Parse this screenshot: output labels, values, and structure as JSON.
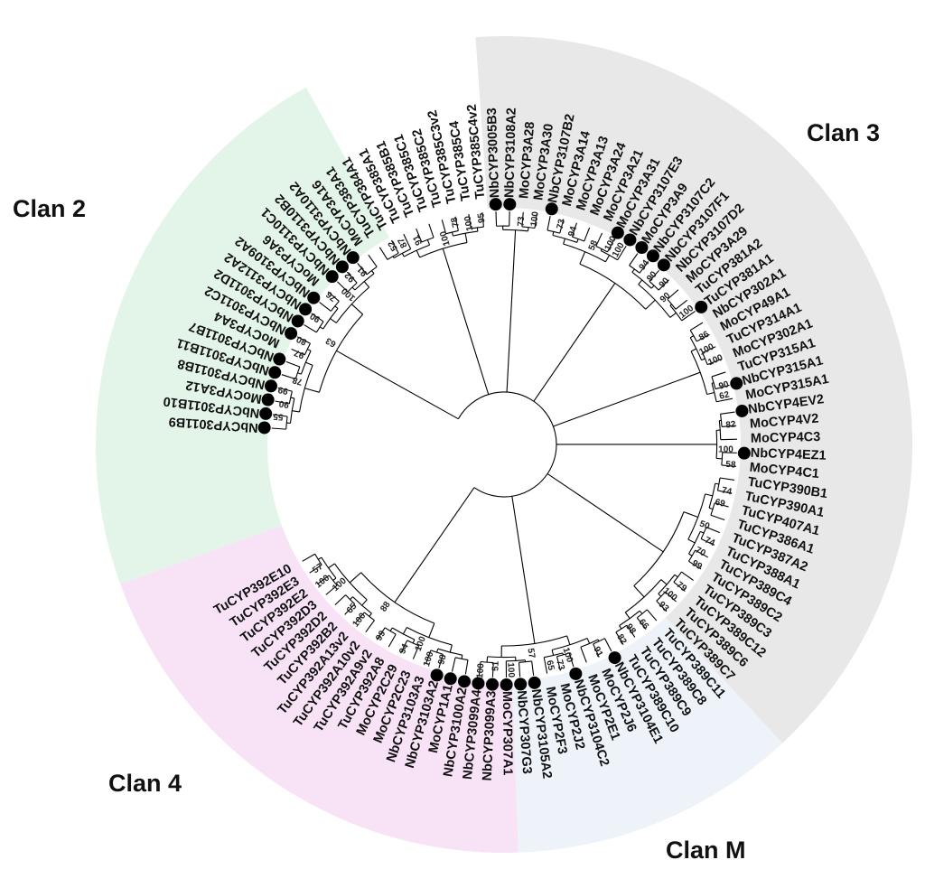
{
  "clans": {
    "clan2": {
      "label": "Clan 2",
      "color": "#e3f5e9"
    },
    "clan3": {
      "label": "Clan 3",
      "color": "#e8e8e8"
    },
    "clan4": {
      "label": "Clan 4",
      "color": "#f8e3f6"
    },
    "clanM": {
      "label": "Clan M",
      "color": "#eef3fa"
    }
  },
  "leaves": [
    {
      "label": "NbCYP3011B9",
      "dot": true
    },
    {
      "label": "NbCYP3011B10",
      "dot": true
    },
    {
      "label": "MoCYP3A12",
      "dot": true
    },
    {
      "label": "NbCYP3011B8",
      "dot": true
    },
    {
      "label": "NbCYP3011B11",
      "dot": true
    },
    {
      "label": "NbCYP3011B7",
      "dot": true
    },
    {
      "label": "MoCYP3A4",
      "dot": false
    },
    {
      "label": "NbCYP3011C2",
      "dot": true
    },
    {
      "label": "NbCYP3011D2",
      "dot": true
    },
    {
      "label": "NbCYP3112A2",
      "dot": true
    },
    {
      "label": "NbCYP3109A2",
      "dot": true
    },
    {
      "label": "MoCYP3A6",
      "dot": false
    },
    {
      "label": "NbCYP3110C1",
      "dot": true
    },
    {
      "label": "NbCYP3110B2",
      "dot": true
    },
    {
      "label": "NbCYP3110A2",
      "dot": true
    },
    {
      "label": "MoCYP3A16",
      "dot": false
    },
    {
      "label": "TuCYP383A1",
      "dot": false
    },
    {
      "label": "TuCYP384A1",
      "dot": false
    },
    {
      "label": "TuCYP385A1",
      "dot": false
    },
    {
      "label": "TuCYP385B1",
      "dot": false
    },
    {
      "label": "TuCYP385C1",
      "dot": false
    },
    {
      "label": "TuCYP385C2",
      "dot": false
    },
    {
      "label": "TuCYP385C3v2",
      "dot": false
    },
    {
      "label": "TuCYP385C4",
      "dot": false
    },
    {
      "label": "TuCYP385C4v2",
      "dot": false
    },
    {
      "label": "NbCYP3005B3",
      "dot": true
    },
    {
      "label": "NbCYP3108A2",
      "dot": true
    },
    {
      "label": "MoCYP3A28",
      "dot": false
    },
    {
      "label": "MoCYP3A30",
      "dot": false
    },
    {
      "label": "NbCYP3107B2",
      "dot": true
    },
    {
      "label": "MoCYP3A14",
      "dot": false
    },
    {
      "label": "MoCYP3A13",
      "dot": false
    },
    {
      "label": "MoCYP3A24",
      "dot": false
    },
    {
      "label": "MoCYP3A21",
      "dot": false
    },
    {
      "label": "MoCYP3A31",
      "dot": true
    },
    {
      "label": "NbCYP3107E3",
      "dot": true
    },
    {
      "label": "MoCYP3A9",
      "dot": true
    },
    {
      "label": "NbCYP3107C2",
      "dot": true
    },
    {
      "label": "NbCYP3107F1",
      "dot": true
    },
    {
      "label": "NbCYP3107D2",
      "dot": false
    },
    {
      "label": "MoCYP3A29",
      "dot": false
    },
    {
      "label": "TuCYP381A2",
      "dot": false
    },
    {
      "label": "TuCYP381A1",
      "dot": true
    },
    {
      "label": "NbCYP302A1",
      "dot": false
    },
    {
      "label": "MoCYP49A1",
      "dot": false
    },
    {
      "label": "TuCYP314A1",
      "dot": false
    },
    {
      "label": "MoCYP302A1",
      "dot": false
    },
    {
      "label": "TuCYP315A1",
      "dot": false
    },
    {
      "label": "NbCYP315A1",
      "dot": true
    },
    {
      "label": "MoCYP315A1",
      "dot": false
    },
    {
      "label": "NbCYP4EV2",
      "dot": true
    },
    {
      "label": "MoCYP4V2",
      "dot": false
    },
    {
      "label": "MoCYP4C3",
      "dot": false
    },
    {
      "label": "NbCYP4EZ1",
      "dot": true
    },
    {
      "label": "MoCYP4C1",
      "dot": false
    },
    {
      "label": "TuCYP390B1",
      "dot": false
    },
    {
      "label": "TuCYP390A1",
      "dot": false
    },
    {
      "label": "TuCYP407A1",
      "dot": false
    },
    {
      "label": "TuCYP386A1",
      "dot": false
    },
    {
      "label": "TuCYP387A2",
      "dot": false
    },
    {
      "label": "TuCYP388A1",
      "dot": false
    },
    {
      "label": "TuCYP389C4",
      "dot": false
    },
    {
      "label": "TuCYP389C2",
      "dot": false
    },
    {
      "label": "TuCYP389C3",
      "dot": false
    },
    {
      "label": "TuCYP389C12",
      "dot": false
    },
    {
      "label": "TuCYP389C6",
      "dot": false
    },
    {
      "label": "TuCYP389C7",
      "dot": false
    },
    {
      "label": "TuCYP389C11",
      "dot": false
    },
    {
      "label": "TuCYP389C8",
      "dot": false
    },
    {
      "label": "TuCYP389C9",
      "dot": false
    },
    {
      "label": "TuCYP389C10",
      "dot": false
    },
    {
      "label": "NbCYP3104E1",
      "dot": true
    },
    {
      "label": "MoCYP2J6",
      "dot": false
    },
    {
      "label": "MoCYP2E1",
      "dot": false
    },
    {
      "label": "NbCYP3104C2",
      "dot": true
    },
    {
      "label": "MoCYP2J2",
      "dot": false
    },
    {
      "label": "MoCYP2F3",
      "dot": false
    },
    {
      "label": "NbCYP3105A2",
      "dot": true
    },
    {
      "label": "NbCYP307G3",
      "dot": true
    },
    {
      "label": "MoCYP307A1",
      "dot": true
    },
    {
      "label": "NbCYP3099A3",
      "dot": true
    },
    {
      "label": "NbCYP3099A4",
      "dot": true
    },
    {
      "label": "NbCYP3100A2",
      "dot": true
    },
    {
      "label": "MoCYP1A1",
      "dot": true
    },
    {
      "label": "NbCYP3103A2",
      "dot": true
    },
    {
      "label": "NbCYP3103A3",
      "dot": false
    },
    {
      "label": "MoCYP2C23",
      "dot": false
    },
    {
      "label": "MoCYP2C29",
      "dot": false
    },
    {
      "label": "TuCYP392A8",
      "dot": false
    },
    {
      "label": "TuCYP392A9v2",
      "dot": false
    },
    {
      "label": "TuCYP392A10v2",
      "dot": false
    },
    {
      "label": "TuCYP392A13v2",
      "dot": false
    },
    {
      "label": "TuCYP392B2",
      "dot": false
    },
    {
      "label": "TuCYP392D2",
      "dot": false
    },
    {
      "label": "TuCYP392D3",
      "dot": false
    },
    {
      "label": "TuCYP392E2",
      "dot": false
    },
    {
      "label": "TuCYP392E3",
      "dot": false
    },
    {
      "label": "TuCYP392E10",
      "dot": false
    }
  ],
  "bootstrap": [
    "55",
    "90",
    "99",
    "78",
    "97",
    "80",
    "63",
    "90",
    "76",
    "100",
    "92",
    "91",
    "52",
    "87",
    "91",
    "100",
    "78",
    "100",
    "95",
    "73",
    "100",
    "73",
    "94",
    "58",
    "100",
    "100",
    "94",
    "90",
    "90",
    "90",
    "100",
    "86",
    "100",
    "100",
    "90",
    "62",
    "82",
    "100",
    "58",
    "74",
    "69",
    "50",
    "74",
    "70",
    "99",
    "79",
    "100",
    "93",
    "66",
    "98",
    "82",
    "91",
    "100",
    "73",
    "65",
    "57",
    "100",
    "51",
    "100",
    "98",
    "100",
    "100",
    "94",
    "99",
    "88",
    "100",
    "65",
    "100",
    "100",
    "57"
  ],
  "dot_color": "#000000"
}
